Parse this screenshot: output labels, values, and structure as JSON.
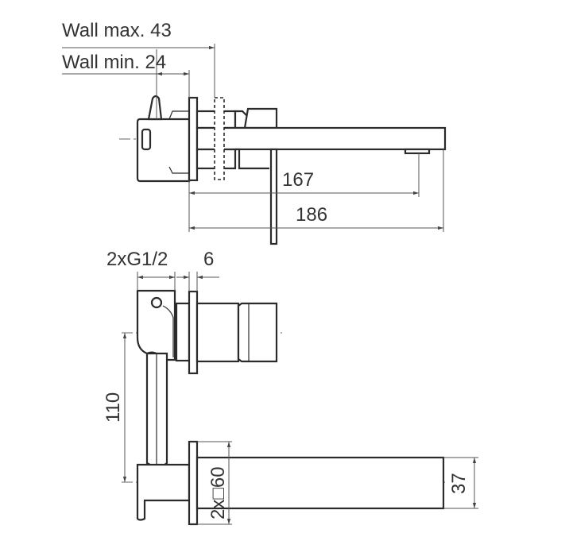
{
  "dimensions": {
    "wall_max": "Wall max. 43",
    "wall_min": "Wall min. 24",
    "spout_to_aerator": "167",
    "spout_total": "186",
    "thread": "2xG1/2",
    "flange_thickness": "6",
    "center_distance": "110",
    "spout_height": "37",
    "flange_size": "2x□60"
  },
  "colors": {
    "line": "#2b2b2b",
    "background": "#ffffff"
  }
}
